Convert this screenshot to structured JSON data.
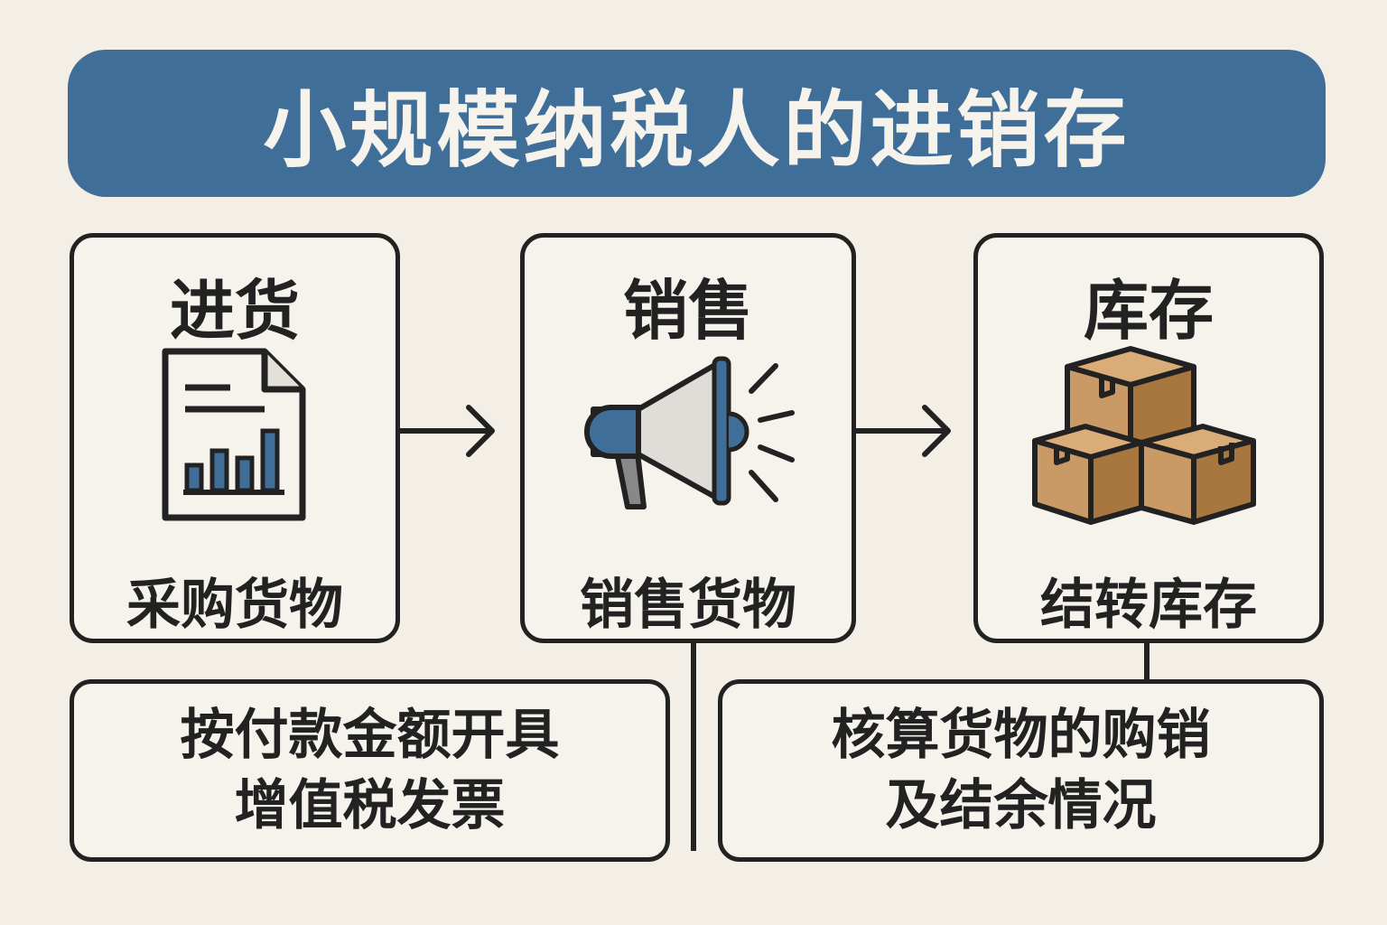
{
  "title": "小规模纳税人的进销存",
  "steps": [
    {
      "title": "进货",
      "label": "采购货物",
      "icon": "document-chart-icon"
    },
    {
      "title": "销售",
      "label": "销售货物",
      "icon": "megaphone-icon"
    },
    {
      "title": "库存",
      "label": "结转库存",
      "icon": "boxes-icon"
    }
  ],
  "notes": [
    {
      "lines": [
        "按付款金额开具",
        "增值税发票"
      ]
    },
    {
      "lines": [
        "核算货物的购销",
        "及结余情况"
      ]
    }
  ],
  "colors": {
    "accent": "#3f6e99",
    "background": "#f3efe6",
    "box": "#c99a66"
  }
}
